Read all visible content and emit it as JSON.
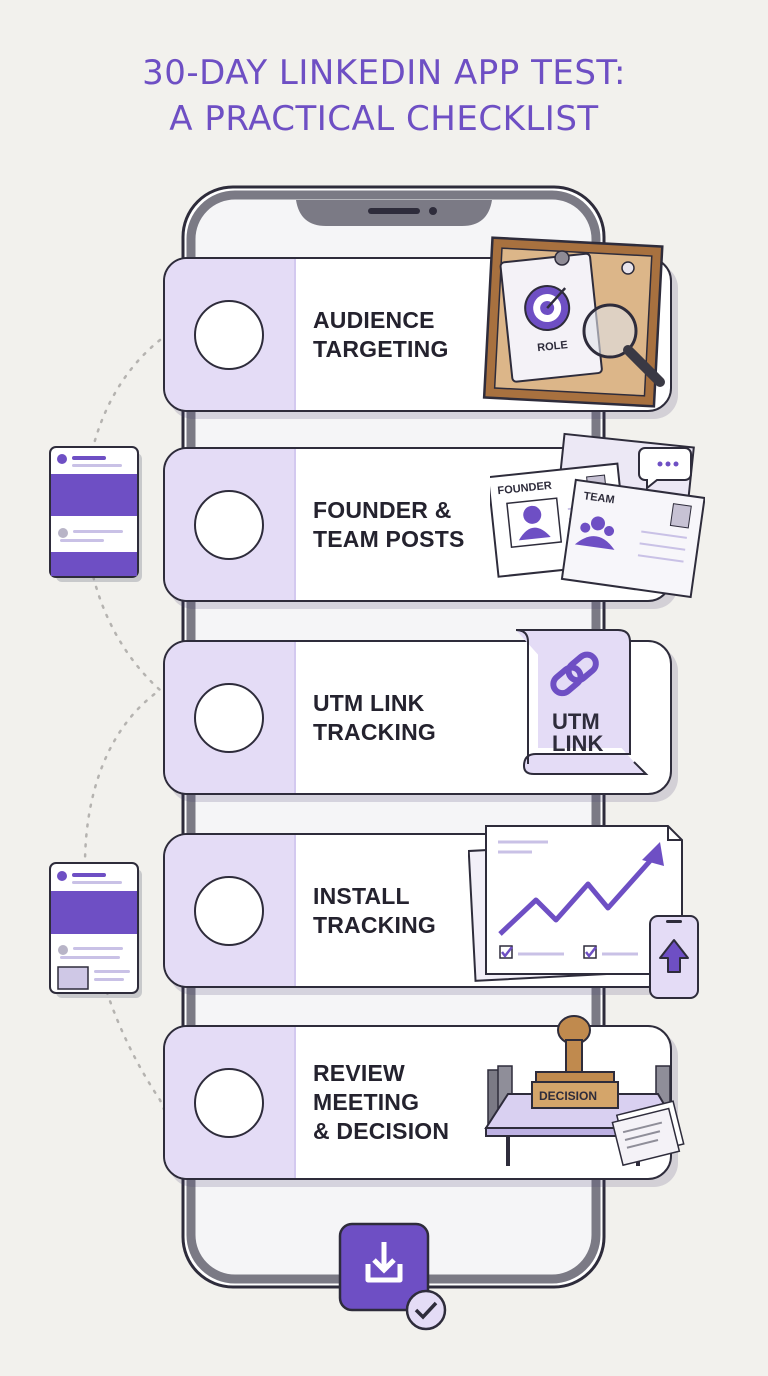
{
  "title": {
    "line1": "30-DAY LINKEDIN APP TEST:",
    "line2": "A PRACTICAL CHECKLIST"
  },
  "steps": [
    {
      "line1": "AUDIENCE",
      "line2": "TARGETING",
      "line3": "",
      "checked": false,
      "icon": "corkboard-target-magnifier-icon",
      "illustration_text": [
        "ROLE"
      ]
    },
    {
      "line1": "FOUNDER &",
      "line2": "TEAM POSTS",
      "line3": "",
      "checked": false,
      "icon": "profile-cards-icon",
      "illustration_text": [
        "FOUNDER",
        "TEAM"
      ]
    },
    {
      "line1": "UTM LINK",
      "line2": "TRACKING",
      "line3": "",
      "checked": false,
      "icon": "link-scroll-icon",
      "illustration_text": [
        "UTM",
        "LINK"
      ]
    },
    {
      "line1": "INSTALL",
      "line2": "TRACKING",
      "line3": "",
      "checked": false,
      "icon": "growth-chart-icon",
      "illustration_text": []
    },
    {
      "line1": "REVIEW",
      "line2": "MEETING",
      "line3": "& DECISION",
      "checked": false,
      "icon": "decision-stamp-icon",
      "illustration_text": [
        "DECISION"
      ]
    }
  ],
  "colors": {
    "accent": "#6e4fc4",
    "accent_light": "#e4dcf6",
    "outline": "#2e2c3b",
    "background": "#f2f1ed"
  },
  "footer_icon": "download-check-icon"
}
